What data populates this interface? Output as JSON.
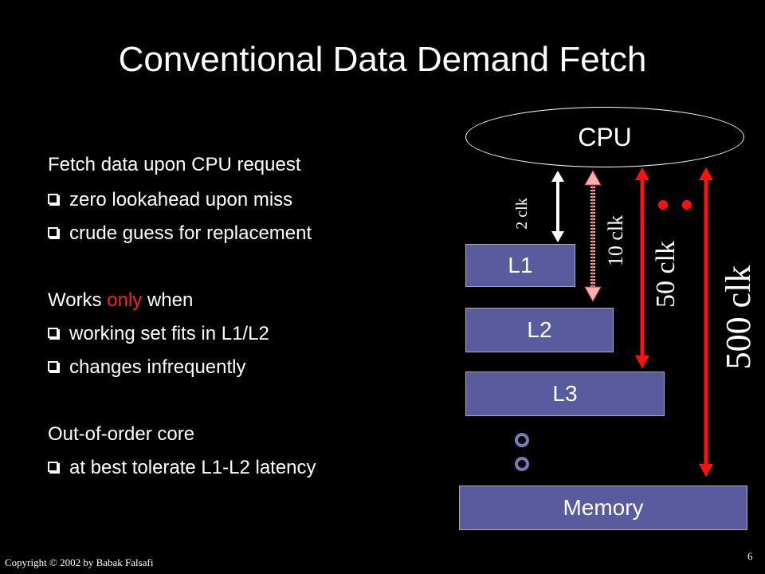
{
  "slide": {
    "title": "Conventional Data Demand Fetch",
    "blocks": [
      {
        "lead_parts": [
          "Fetch data upon CPU request"
        ],
        "bullets": [
          "zero lookahead upon miss",
          "crude guess for replacement"
        ]
      },
      {
        "lead_parts": [
          "Works ",
          "only",
          " when"
        ],
        "bullets": [
          "working set fits in L1/L2",
          "changes infrequently"
        ]
      },
      {
        "lead_parts": [
          "Out-of-order core"
        ],
        "bullets": [
          "at best tolerate L1-L2 latency"
        ]
      }
    ],
    "highlight_color": "#ff2020"
  },
  "diagram": {
    "cpu_label": "CPU",
    "levels": {
      "l1": "L1",
      "l2": "L2",
      "l3": "L3",
      "memory": "Memory"
    },
    "latencies": {
      "l1": "2 clk",
      "l2": "10 clk",
      "l3": "50 clk",
      "memory": "500 clk"
    },
    "box_color": "#5a5a9f",
    "arrow_colors": {
      "l1": "#ffffff",
      "l2": "#ff9999",
      "l3": "#ff1010",
      "memory": "#ff1010"
    }
  },
  "footer": {
    "copyright": "Copyright © 2002  by Babak Falsafi",
    "page_number": "6"
  }
}
